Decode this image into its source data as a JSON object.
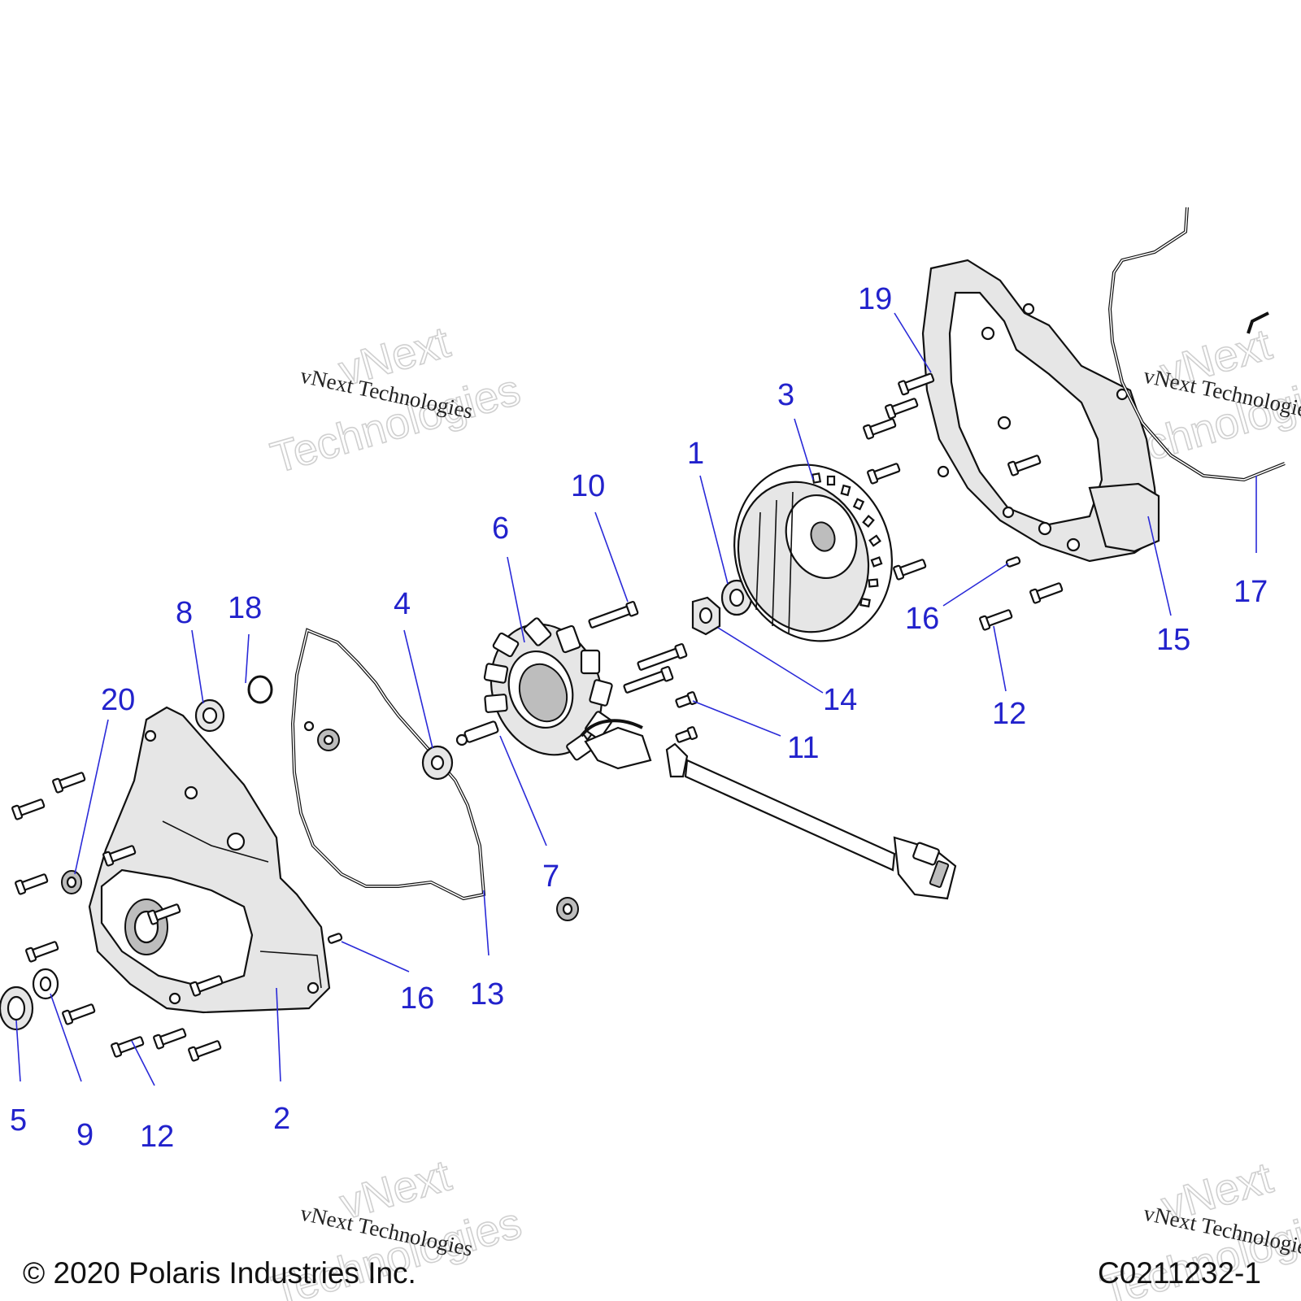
{
  "watermark": {
    "big_line1": "vNext",
    "big_line2": "Technologies",
    "small": "vNext Technologies"
  },
  "callouts": {
    "c1": "1",
    "c2": "2",
    "c3": "3",
    "c4": "4",
    "c5": "5",
    "c6": "6",
    "c7": "7",
    "c8": "8",
    "c9": "9",
    "c10": "10",
    "c11": "11",
    "c12a": "12",
    "c12b": "12",
    "c13": "13",
    "c14": "14",
    "c15": "15",
    "c16a": "16",
    "c16b": "16",
    "c17": "17",
    "c18": "18",
    "c19": "19",
    "c20": "20"
  },
  "footer": {
    "copyright": "© 2020 Polaris Industries Inc.",
    "figure_id": "C0211232-1"
  }
}
